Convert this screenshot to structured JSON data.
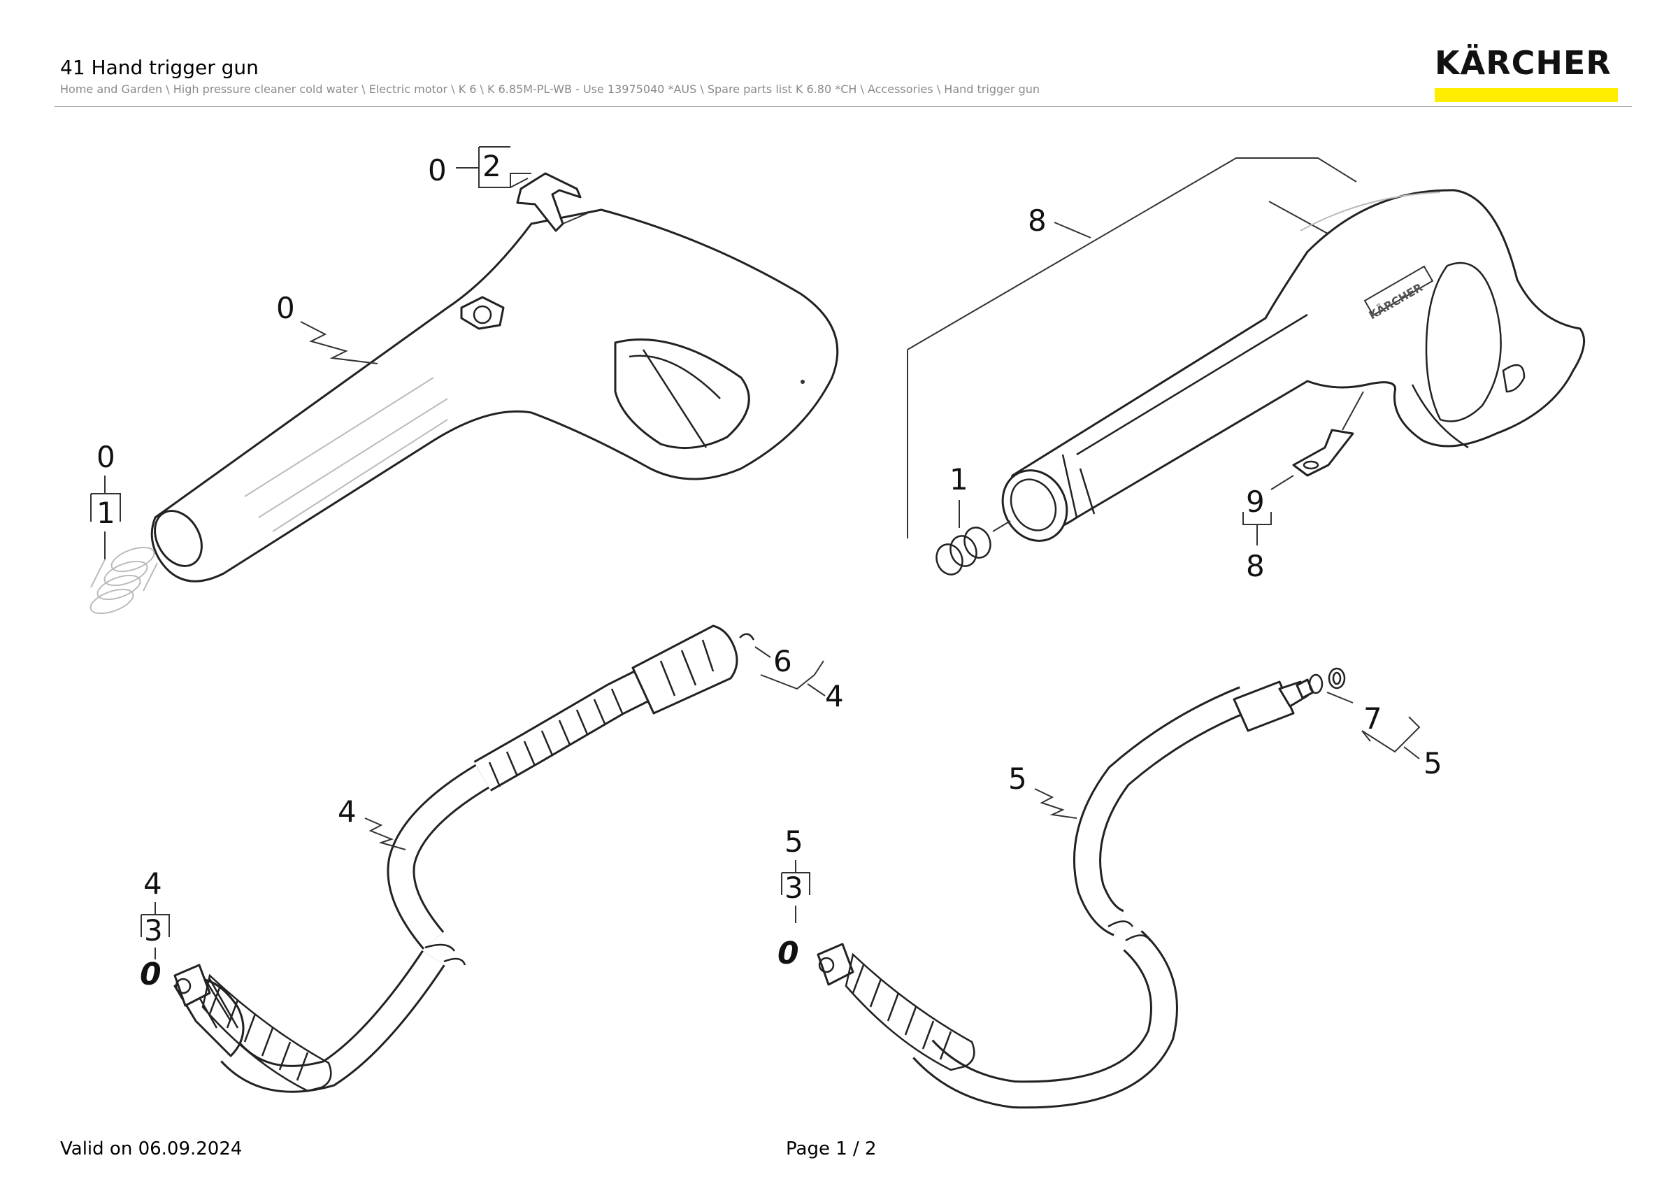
{
  "header": {
    "title": "41 Hand trigger gun",
    "breadcrumb": "Home and Garden \\ High pressure cleaner cold water \\ Electric motor \\ K 6 \\ K 6.85M-PL-WB - Use 13975040 *AUS \\ Spare parts list K 6.80 *CH \\ Accessories \\ Hand trigger gun"
  },
  "logo": {
    "text": "KÄRCHER",
    "bar_color": "#ffed00"
  },
  "diagram": {
    "callouts": {
      "top_left_clip_parent": "0",
      "top_left_clip_item": "2",
      "top_left_gun_ref": "0",
      "top_left_spring_parent": "0",
      "top_left_spring_item": "1",
      "top_right_gun_item": "8",
      "top_right_spring_item": "1",
      "top_right_clip_item": "9",
      "top_right_clip_parent": "8",
      "hose_left_item": "6",
      "hose_left_parent": "4",
      "hose_left_ref": "4",
      "hose_left_end_parent": "4",
      "hose_left_end_item": "3",
      "hose_left_oring": "0",
      "hose_right_item": "7",
      "hose_right_parent": "5",
      "hose_right_ref": "5",
      "hose_right_end_parent": "5",
      "hose_right_end_item": "3",
      "hose_right_oring": "0"
    },
    "gun_brand_text": "KÄRCHER"
  },
  "footer": {
    "valid": "Valid on 06.09.2024",
    "page": "Page 1 / 2"
  }
}
